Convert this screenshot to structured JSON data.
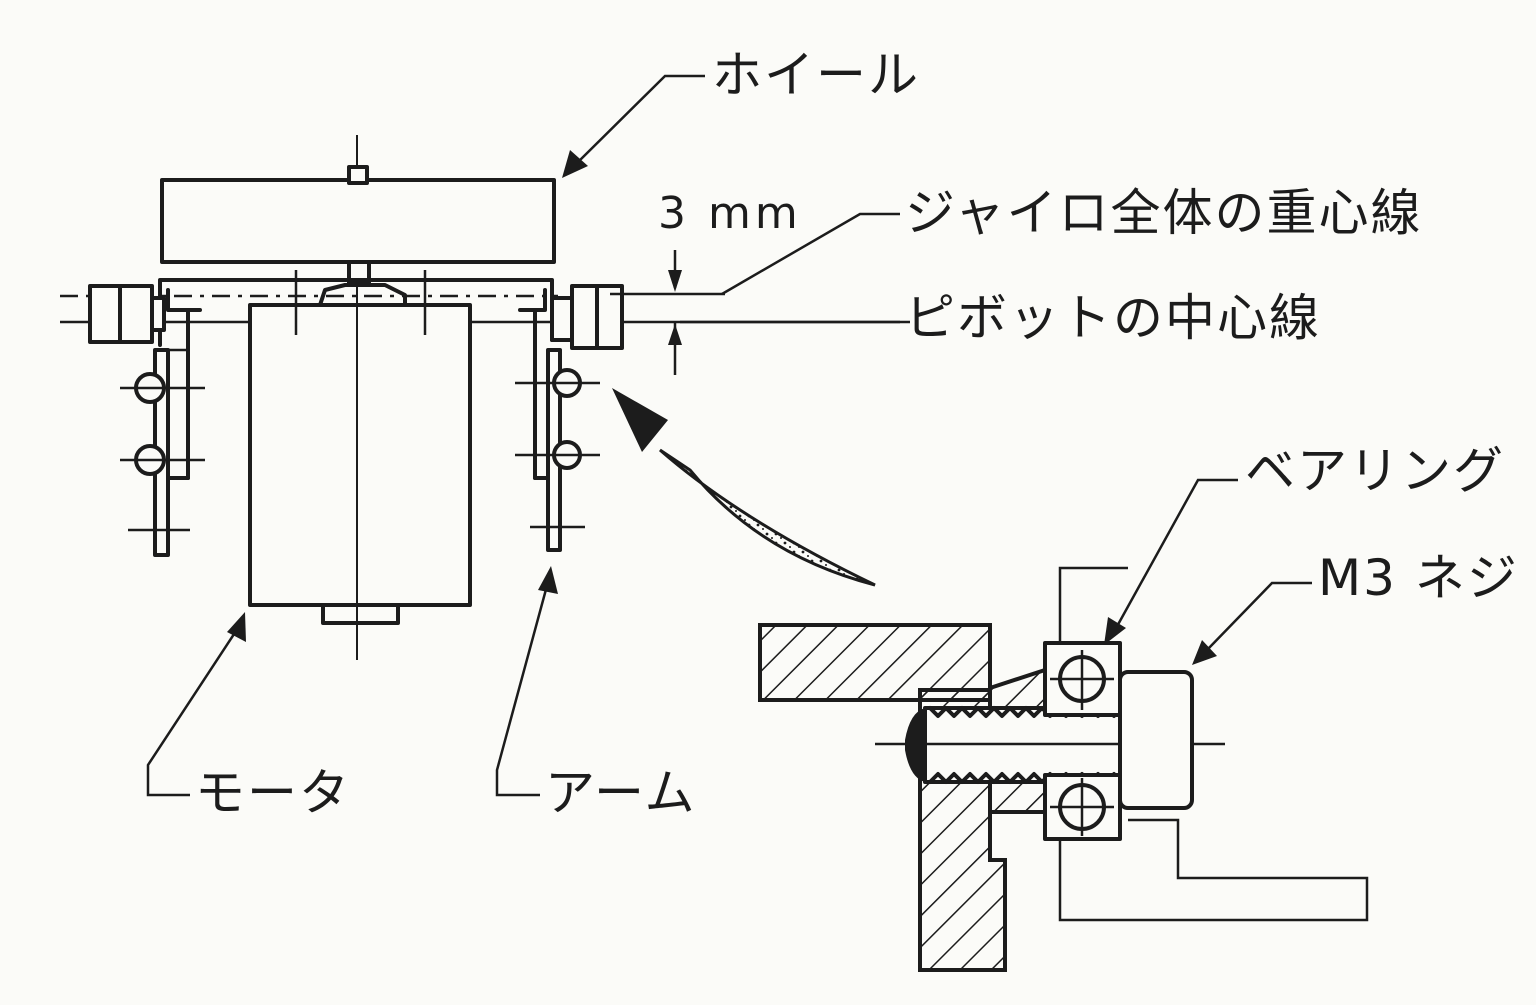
{
  "labels": {
    "wheel": "ホイール",
    "gap": "3 mm",
    "cog_line": "ジャイロ全体の重心線",
    "pivot_line": "ピボットの中心線",
    "bearing": "ベアリング",
    "screw": "M3 ネジ",
    "motor": "モータ",
    "arm": "アーム"
  }
}
